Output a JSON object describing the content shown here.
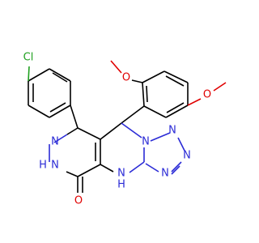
{
  "colors": {
    "background": "#ffffff",
    "carbon_bond": "#000000",
    "nitrogen": "#2b2bd6",
    "oxygen": "#e00000",
    "chlorine": "#1fa01f"
  },
  "atoms": {
    "cl": "Cl",
    "o_methoxy_top": "O",
    "o_methoxy_right": "O",
    "n_ring_left": "N",
    "nh_ring": "N",
    "h_ring": "H",
    "n_tz1": "N",
    "n_tz2": "N",
    "n_tz3": "N",
    "n_tz4": "N",
    "nh_bridge": "N",
    "h_bridge": "H",
    "o_carbonyl": "O"
  }
}
